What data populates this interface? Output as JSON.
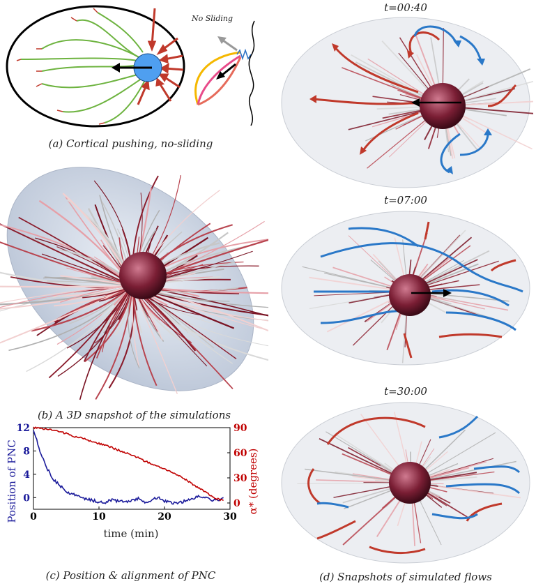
{
  "panel_a": {
    "caption": "(a) Cortical pushing, no-sliding",
    "label": "No Sliding"
  },
  "panel_b": {
    "caption": "(b) A 3D snapshot of the simulations"
  },
  "panel_c": {
    "caption": "(c) Position & alignment of PNC"
  },
  "panel_d": {
    "caption": "(d) Snapshots of simulated flows",
    "times": [
      "t=00:40",
      "t=07:00",
      "t=30:00"
    ]
  },
  "chart_data": {
    "type": "line",
    "xlabel": "time (min)",
    "ylabel_left": "Position of PNC",
    "ylabel_right": "α* (degrees)",
    "xlim": [
      0,
      30
    ],
    "x_ticks": [
      "0",
      "10",
      "20",
      "30"
    ],
    "ylim_left": [
      -2,
      12
    ],
    "y_ticks_left": [
      "0",
      "4",
      "8",
      "12"
    ],
    "ylim_right": [
      -7.5,
      90
    ],
    "y_ticks_right": [
      "0",
      "30",
      "60",
      "90"
    ],
    "series": [
      {
        "color": "#1a1a9a",
        "axis": "left",
        "x": [
          0,
          1,
          2,
          3,
          4,
          5,
          6,
          7,
          8,
          9,
          10,
          11,
          12,
          13,
          14,
          15,
          16,
          17,
          18,
          19,
          20,
          21,
          22,
          23,
          24,
          25,
          26,
          27,
          28,
          29
        ],
        "y": [
          11.8,
          8.0,
          5.2,
          3.2,
          2.1,
          1.0,
          0.6,
          0.1,
          -0.2,
          -0.5,
          -0.7,
          -0.8,
          -0.4,
          -0.6,
          -0.7,
          -0.5,
          -0.2,
          -0.7,
          -0.5,
          0.1,
          -0.6,
          -0.9,
          -1.0,
          -0.6,
          -0.3,
          0.2,
          0.0,
          -0.3,
          -0.5,
          0.0
        ]
      },
      {
        "color": "#c00000",
        "axis": "right",
        "x": [
          0,
          1,
          2,
          3,
          4,
          5,
          6,
          7,
          8,
          9,
          10,
          11,
          12,
          13,
          14,
          15,
          16,
          17,
          18,
          19,
          20,
          21,
          22,
          23,
          24,
          25,
          26,
          27,
          28,
          29
        ],
        "y": [
          90,
          89,
          88,
          87,
          85,
          83,
          80,
          78,
          76,
          73,
          71,
          69,
          66,
          63,
          60,
          57,
          54,
          50,
          47,
          44,
          41,
          37,
          33,
          29,
          24,
          19,
          14,
          9,
          5,
          3
        ]
      }
    ]
  }
}
